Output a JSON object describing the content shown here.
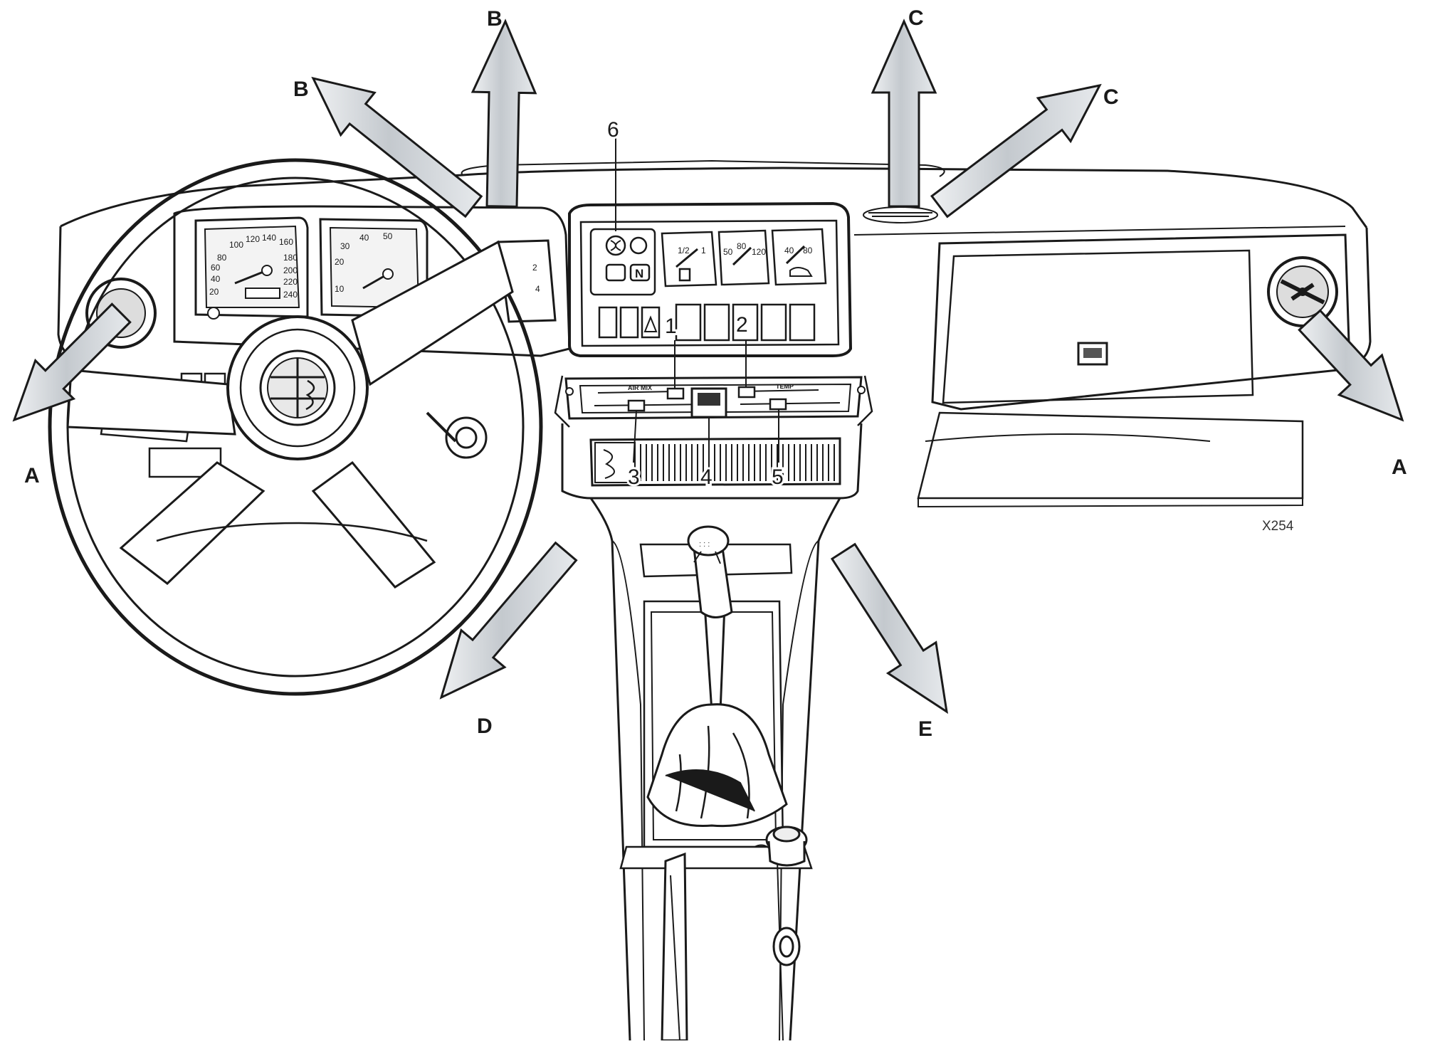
{
  "figure": {
    "code": "X254"
  },
  "arrow_labels": [
    {
      "id": "a-left",
      "letter": "A"
    },
    {
      "id": "a-right",
      "letter": "A"
    },
    {
      "id": "b-left",
      "letter": "B"
    },
    {
      "id": "b-up",
      "letter": "B"
    },
    {
      "id": "c-up",
      "letter": "C"
    },
    {
      "id": "c-right",
      "letter": "C"
    },
    {
      "id": "d",
      "letter": "D"
    },
    {
      "id": "e",
      "letter": "E"
    }
  ],
  "callouts": [
    "1",
    "2",
    "3",
    "4",
    "5",
    "6"
  ],
  "panel_text": {
    "air_mix": "AIR MIX",
    "temp": "TEMP"
  },
  "gauges": {
    "speedo": [
      "80",
      "100",
      "120",
      "140",
      "160",
      "180",
      "200",
      "220",
      "240",
      "60",
      "40",
      "20"
    ],
    "tach": [
      "10",
      "20",
      "30",
      "40",
      "50"
    ],
    "clock": [
      "2",
      "4"
    ],
    "fuel": [
      "1/2",
      "1"
    ],
    "water": [
      "50",
      "80",
      "120"
    ],
    "oil": [
      "40",
      "80"
    ]
  },
  "colors": {
    "ink": "#1a1a1a",
    "arrow_fill": "#c4c9ce",
    "arrow_shade": "#eef0f2"
  }
}
